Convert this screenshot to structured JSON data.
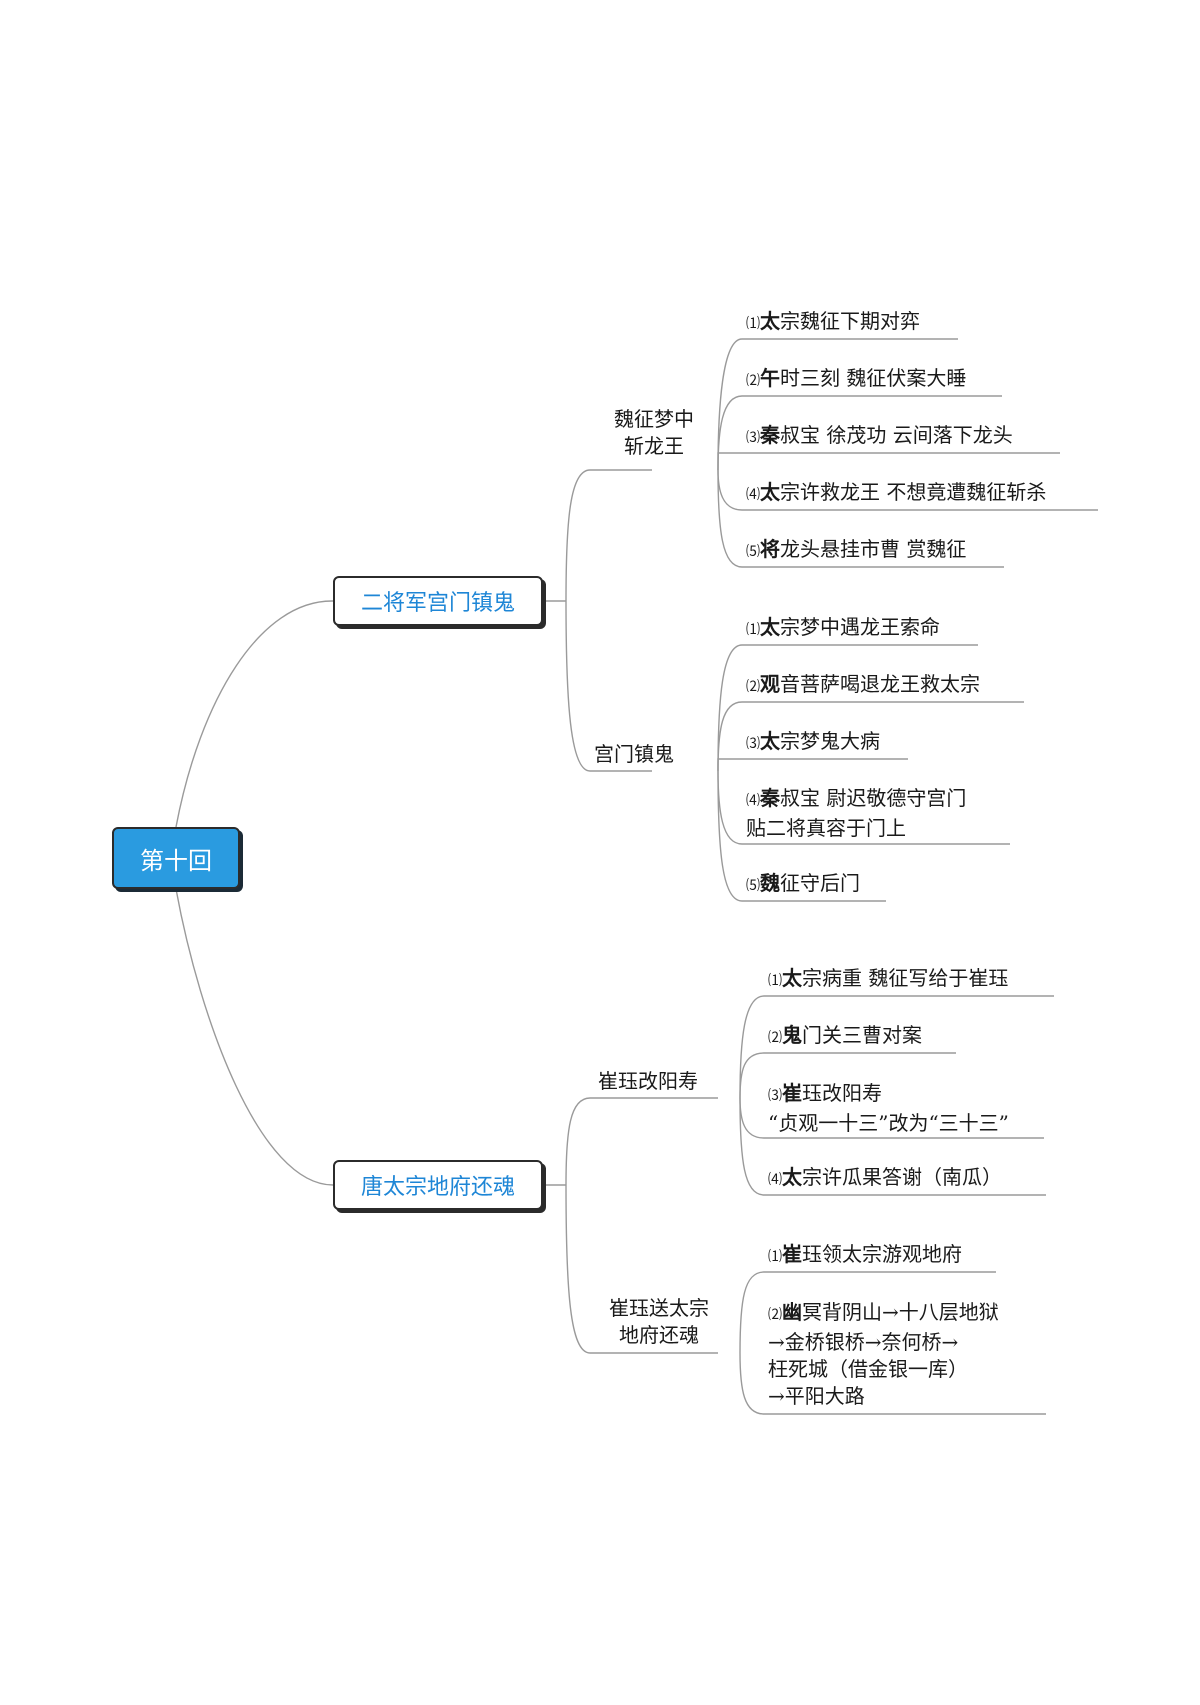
{
  "root": {
    "label": "第十回"
  },
  "branches": [
    {
      "label": "二将军宫门镇鬼",
      "groups": [
        {
          "label": "魏征梦中\n斩龙王",
          "items": [
            {
              "num": "⑴",
              "lead": "太",
              "text": "宗魏征下期对弈"
            },
            {
              "num": "⑵",
              "lead": "午",
              "text": "时三刻 魏征伏案大睡"
            },
            {
              "num": "⑶",
              "lead": "秦",
              "text": "叔宝 徐茂功 云间落下龙头"
            },
            {
              "num": "⑷",
              "lead": "太",
              "text": "宗许救龙王 不想竟遭魏征斩杀"
            },
            {
              "num": "⑸",
              "lead": "将",
              "text": "龙头悬挂市曹 赏魏征"
            }
          ]
        },
        {
          "label": "宫门镇鬼",
          "items": [
            {
              "num": "⑴",
              "lead": "太",
              "text": "宗梦中遇龙王索命"
            },
            {
              "num": "⑵",
              "lead": "观",
              "text": "音菩萨喝退龙王救太宗"
            },
            {
              "num": "⑶",
              "lead": "太",
              "text": "宗梦鬼大病"
            },
            {
              "num": "⑷",
              "lead": "秦",
              "text": "叔宝 尉迟敬德守宫门\n 贴二将真容于门上"
            },
            {
              "num": "⑸",
              "lead": "魏",
              "text": "征守后门"
            }
          ]
        }
      ]
    },
    {
      "label": "唐太宗地府还魂",
      "groups": [
        {
          "label": "崔珏改阳寿",
          "items": [
            {
              "num": "⑴",
              "lead": "太",
              "text": "宗病重 魏征写给于崔珏"
            },
            {
              "num": "⑵",
              "lead": "鬼",
              "text": "门关三曹对案"
            },
            {
              "num": "⑶",
              "lead": "崔",
              "text": "珏改阳寿\n“贞观一十三”改为“三十三”"
            },
            {
              "num": "⑷",
              "lead": "太",
              "text": "宗许瓜果答谢（南瓜）"
            }
          ]
        },
        {
          "label": "崔珏送太宗\n地府还魂",
          "items": [
            {
              "num": "⑴",
              "lead": "崔",
              "text": "珏领太宗游观地府"
            },
            {
              "num": "⑵",
              "lead": "幽",
              "text": "冥背阴山→十八层地狱\n→金桥银桥→奈何桥→\n枉死城（借金银一库）\n→平阳大路"
            }
          ]
        }
      ]
    }
  ]
}
